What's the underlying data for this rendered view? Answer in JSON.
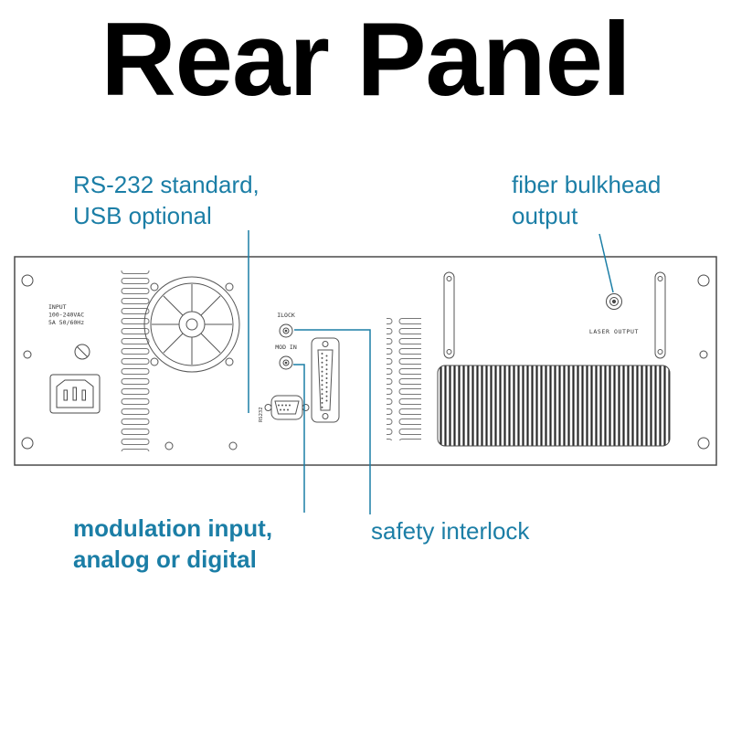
{
  "title": "Rear Panel",
  "colors": {
    "accent": "#1b7ea6",
    "outline": "#4a4a4a"
  },
  "annotations": {
    "rs232_line1": "RS-232 standard,",
    "rs232_line2": "USB optional",
    "fiber_line1": "fiber bulkhead",
    "fiber_line2": "output",
    "modulation_line1": "modulation input,",
    "modulation_line2": "analog or digital",
    "safety": "safety interlock"
  },
  "panel_labels": {
    "input_line1": "INPUT",
    "input_line2": "100-240VAC",
    "input_line3": "5A 50/60Hz",
    "ilock": "ILOCK",
    "mod_in": "MOD IN",
    "rs232_port": "RS232",
    "laser_output": "LASER OUTPUT"
  }
}
